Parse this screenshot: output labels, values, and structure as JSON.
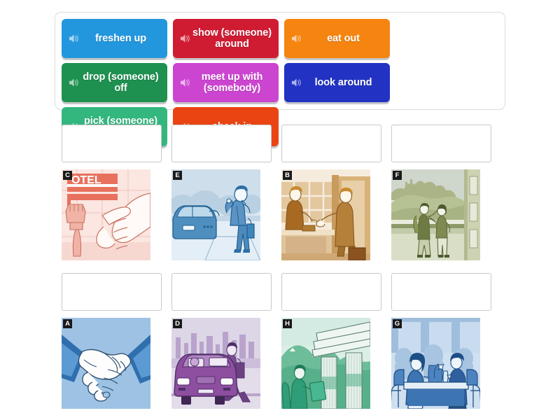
{
  "activity": {
    "type": "match-up",
    "word_bank": {
      "tiles": [
        {
          "label": "freshen up",
          "color": "#2397de",
          "icon": "speaker-icon"
        },
        {
          "label": "show (someone) around",
          "color": "#d01c33",
          "icon": "speaker-icon"
        },
        {
          "label": "eat out",
          "color": "#f58410",
          "icon": "speaker-icon"
        },
        {
          "label": "drop (someone) off",
          "color": "#1e9150",
          "icon": "speaker-icon"
        },
        {
          "label": "meet up with (somebody)",
          "color": "#cc45d1",
          "icon": "speaker-icon"
        },
        {
          "label": "look around",
          "color": "#2233c4",
          "icon": "speaker-icon"
        },
        {
          "label": "pick (someone) up",
          "color": "#33b77f",
          "icon": "speaker-icon"
        },
        {
          "label": "check in",
          "color": "#ea4413",
          "icon": "speaker-icon"
        }
      ]
    },
    "rows": [
      {
        "cells": [
          {
            "answer": "",
            "badge": "C",
            "picture": "hands-washing-hotel",
            "palette": "#e8715e"
          },
          {
            "answer": "",
            "badge": "E",
            "picture": "man-waving-by-car",
            "palette": "#3f7fb0"
          },
          {
            "answer": "",
            "badge": "B",
            "picture": "hotel-reception-desk",
            "palette": "#a9752f"
          },
          {
            "answer": "",
            "badge": "F",
            "picture": "two-people-talking-street",
            "palette": "#8a9150"
          }
        ]
      },
      {
        "cells": [
          {
            "answer": "",
            "badge": "A",
            "picture": "handshake",
            "palette": "#2f6fae"
          },
          {
            "answer": "",
            "badge": "D",
            "picture": "man-entering-car-city",
            "palette": "#8e4fa0"
          },
          {
            "answer": "",
            "badge": "H",
            "picture": "tourist-at-ruins",
            "palette": "#2f9d77"
          },
          {
            "answer": "",
            "badge": "G",
            "picture": "couple-dining-restaurant",
            "palette": "#2f5f9e"
          }
        ]
      }
    ]
  }
}
